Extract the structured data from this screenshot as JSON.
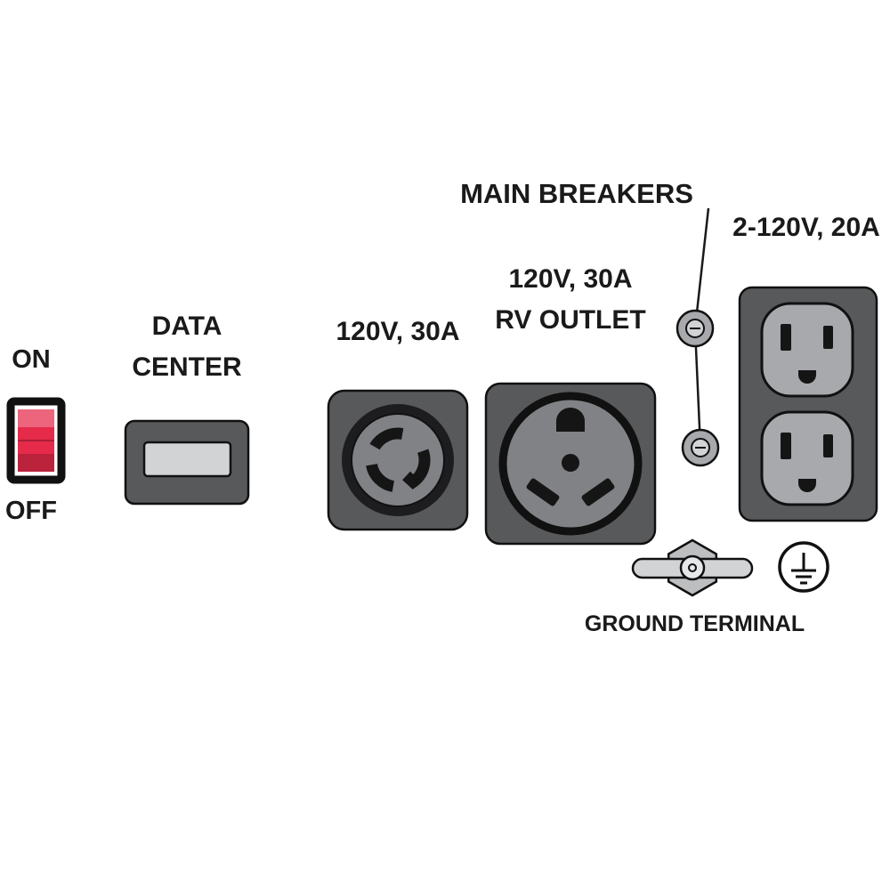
{
  "title": "Generator control panel callout diagram",
  "colors": {
    "panel_gray": "#58595b",
    "inner_gray": "#808285",
    "face_gray": "#a7a9ac",
    "light_gray": "#d1d3d4",
    "nut_gray": "#bcbec0",
    "slot_black": "#151515",
    "line_black": "#1a1a1a",
    "switch_red": "#e52a4a"
  },
  "labels": {
    "main_breakers": "MAIN BREAKERS",
    "duplex_outlet": "2-120V, 20A",
    "rv_outlet_line1": "120V, 30A",
    "rv_outlet_line2": "RV OUTLET",
    "twistlock_outlet": "120V, 30A",
    "data_center_line1": "DATA",
    "data_center_line2": "CENTER",
    "switch_on": "ON",
    "switch_off": "OFF",
    "ground_terminal": "GROUND TERMINAL"
  },
  "icons": {
    "power_switch": "red-rocker-switch",
    "data_center_display": "data-center-display-window",
    "twistlock_receptacle": "twist-lock-outlet-l5-30",
    "rv_receptacle": "rv-outlet-tt-30",
    "breakers": "push-button-circuit-breakers",
    "duplex_receptacle": "duplex-120v-outlet",
    "ground_terminal": "ground-terminal-wing-nut",
    "ground_symbol": "earth-ground-symbol"
  }
}
